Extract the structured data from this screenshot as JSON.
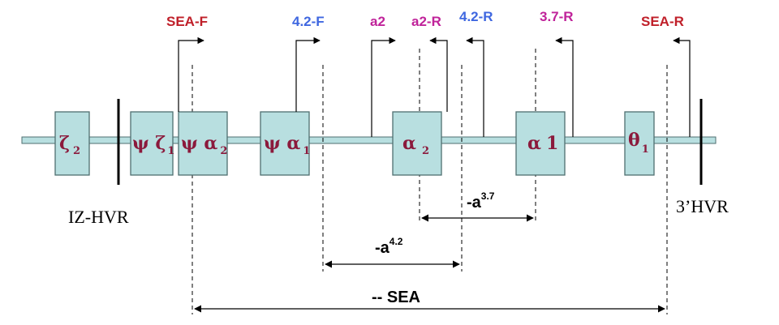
{
  "genes": [
    {
      "id": "zeta2",
      "symbol": "ζ",
      "sub": "2"
    },
    {
      "id": "psi-zeta1",
      "symbol": "ψ ζ",
      "sub": "1"
    },
    {
      "id": "psi-alpha2",
      "symbol": "ψ α",
      "sub": "2"
    },
    {
      "id": "psi-alpha1",
      "symbol": "ψ α",
      "sub": "1"
    },
    {
      "id": "alpha2",
      "symbol": "α",
      "sub": "2"
    },
    {
      "id": "alpha1",
      "symbol": "α",
      "sub": "1"
    },
    {
      "id": "theta1",
      "symbol": "θ",
      "sub": "1"
    }
  ],
  "primers": [
    {
      "id": "sea-f",
      "label": "SEA-F",
      "color": "#c0202a"
    },
    {
      "id": "4-2-f",
      "label": "4.2-F",
      "color": "#3f67e0"
    },
    {
      "id": "a2",
      "label": "a2",
      "color": "#c0239a"
    },
    {
      "id": "a2-r",
      "label": "a2-R",
      "color": "#c0239a"
    },
    {
      "id": "4-2-r",
      "label": "4.2-R",
      "color": "#3f67e0"
    },
    {
      "id": "3-7-r",
      "label": "3.7-R",
      "color": "#c0239a"
    },
    {
      "id": "sea-r",
      "label": "SEA-R",
      "color": "#c0202a"
    }
  ],
  "hvr": {
    "left": "IZ-HVR",
    "right": "3’HVR"
  },
  "spans": {
    "a37": {
      "main": "-a",
      "sup": "3.7"
    },
    "a42": {
      "main": "-a",
      "sup": "4.2"
    },
    "sea": {
      "main": "-- SEA",
      "sup": ""
    }
  },
  "colors": {
    "gene_fill": "#b8dfe0",
    "gene_label": "#8b1a3c"
  }
}
